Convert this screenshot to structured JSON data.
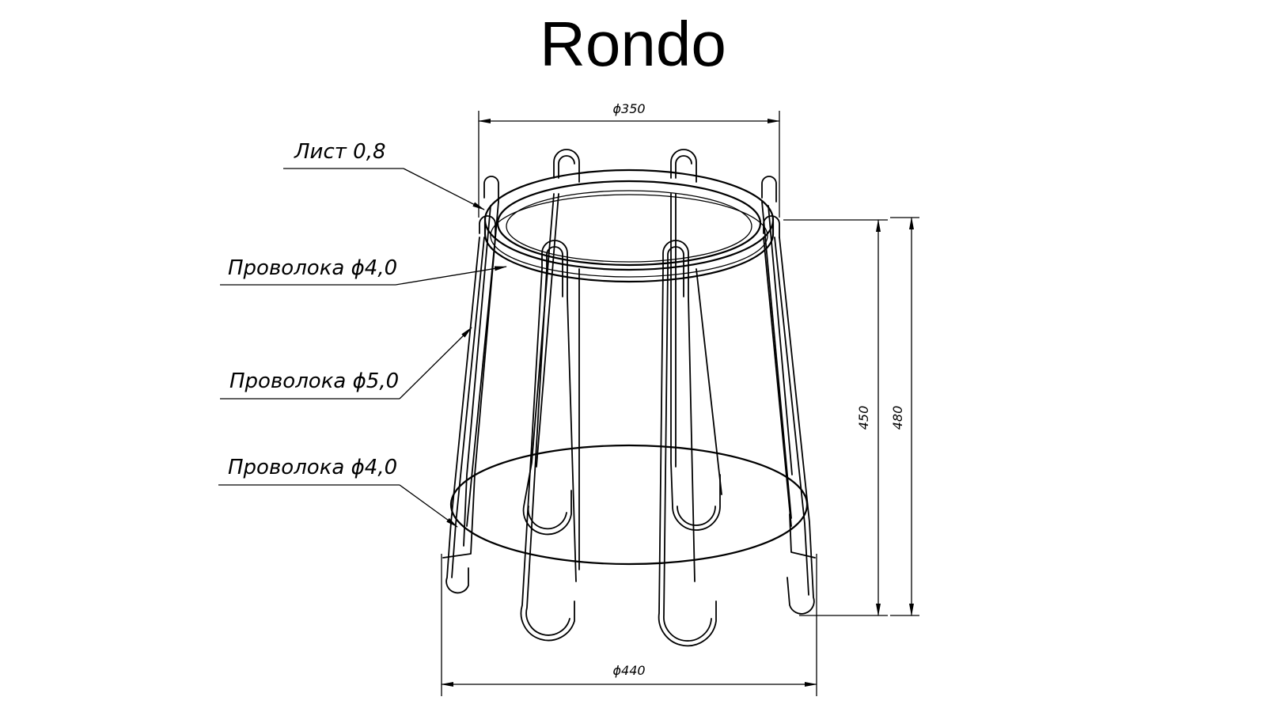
{
  "title": "Rondo",
  "callouts": [
    {
      "id": "sheet",
      "text": "Лист 0,8"
    },
    {
      "id": "wire-top",
      "text": "Проволока ϕ4,0"
    },
    {
      "id": "wire-legs",
      "text": "Проволока ϕ5,0"
    },
    {
      "id": "wire-bottom",
      "text": "Проволока ϕ4,0"
    }
  ],
  "dimensions": {
    "top_diameter": "ϕ350",
    "bottom_diameter": "ϕ440",
    "height_frame": "450",
    "height_total": "480"
  }
}
